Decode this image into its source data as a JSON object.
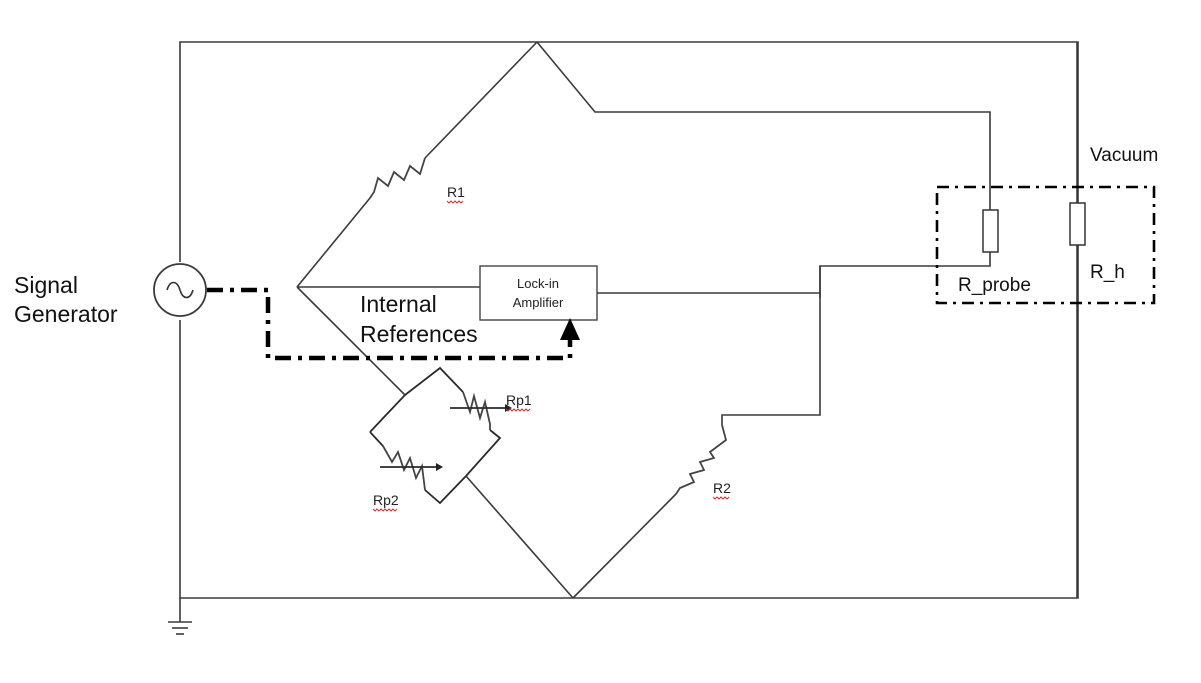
{
  "labels": {
    "signal_generator": [
      "Signal",
      "Generator"
    ],
    "internal_references": [
      "Internal",
      "References"
    ],
    "lock_in": [
      "Lock-in",
      "Amplifier"
    ],
    "r1": "R1",
    "r2": "R2",
    "rp1": "Rp1",
    "rp2": "Rp2",
    "r_probe": "R_probe",
    "r_h": "R_h",
    "vacuum": "Vacuum"
  },
  "colors": {
    "wire": "#3a3a3a",
    "reference_path": "#000000",
    "spellcheck_underline": "#d03030"
  },
  "icons": [
    "ac-source-icon",
    "ground-icon",
    "resistor-icon",
    "variable-resistor-icon",
    "arrow-up-icon"
  ]
}
